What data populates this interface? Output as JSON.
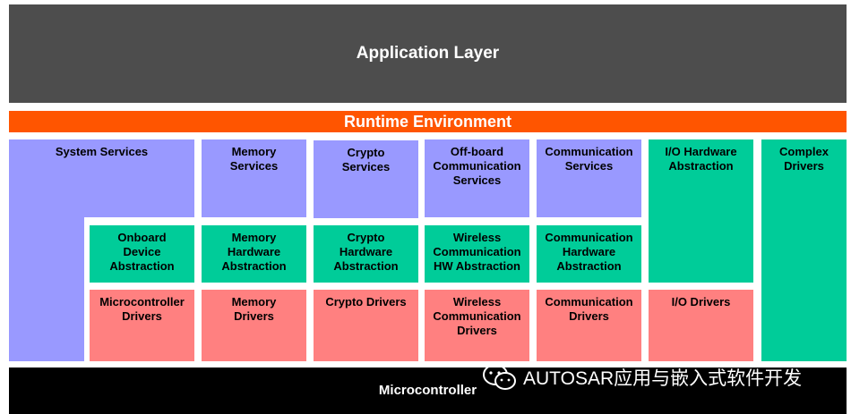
{
  "application_layer": "Application Layer",
  "runtime_environment": "Runtime Environment",
  "microcontroller": "Microcontroller",
  "watermark": "AUTOSAR应用与嵌入式软件开发",
  "services": {
    "system": "System Services",
    "memory": "Memory\nServices",
    "crypto": "Crypto\nServices",
    "offboard": "Off-board\nCommunication\nServices",
    "communication": "Communication\nServices"
  },
  "hardware_abstraction": {
    "io": "I/O Hardware\nAbstraction",
    "onboard": "Onboard\nDevice\nAbstraction",
    "memory": "Memory\nHardware\nAbstraction",
    "crypto": "Crypto\nHardware\nAbstraction",
    "wireless": "Wireless\nCommunication\nHW Abstraction",
    "communication": "Communication\nHardware\nAbstraction"
  },
  "complex_drivers": "Complex\nDrivers",
  "drivers": {
    "microcontroller": "Microcontroller\nDrivers",
    "memory": "Memory\nDrivers",
    "crypto": "Crypto Drivers",
    "wireless": "Wireless\nCommunication\nDrivers",
    "communication": "Communication\nDrivers",
    "io": "I/O Drivers"
  },
  "colors": {
    "application_layer": "#4d4d4d",
    "runtime_environment": "#ff5500",
    "services": "#9999ff",
    "hardware_abstraction": "#00cc99",
    "drivers": "#ff8080",
    "microcontroller": "#000000"
  }
}
